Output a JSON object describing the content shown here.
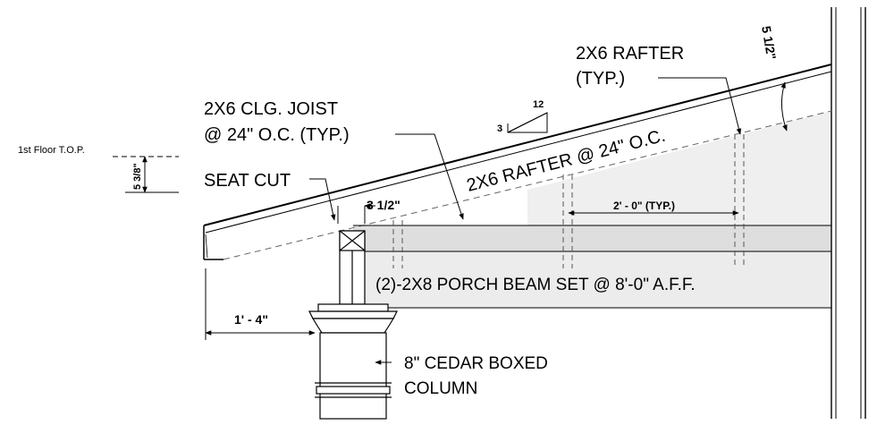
{
  "title": "",
  "labels": {
    "rafter_typ_line1": "2X6 RAFTER",
    "rafter_typ_line2": "(TYP.)",
    "clg_joist_line1": "2X6 CLG. JOIST",
    "clg_joist_line2": "@ 24\" O.C. (TYP.)",
    "rafter_spacing": "2X6 RAFTER @ 24\" O.C.",
    "seat_cut": "SEAT CUT",
    "porch_beam": "(2)-2X8 PORCH BEAM SET @ 8'-0\" A.F.F.",
    "column_line1": "8\" CEDAR BOXED",
    "column_line2": "COLUMN",
    "floor_ref": "1st Floor T.O.P."
  },
  "slope": {
    "rise": "3",
    "run": "12"
  },
  "dimensions": {
    "rafter_depth": "5 1/2\"",
    "offset_from_floor": "5 3/8\"",
    "bearing_width": "3 1/2\"",
    "joist_spacing": "2' - 0\" (TYP.)",
    "overhang": "1' - 4\""
  },
  "colors": {
    "line": "#000000",
    "fill_light": "#ececec",
    "fill_beam": "#dcdcdc",
    "hidden": "#666666"
  }
}
